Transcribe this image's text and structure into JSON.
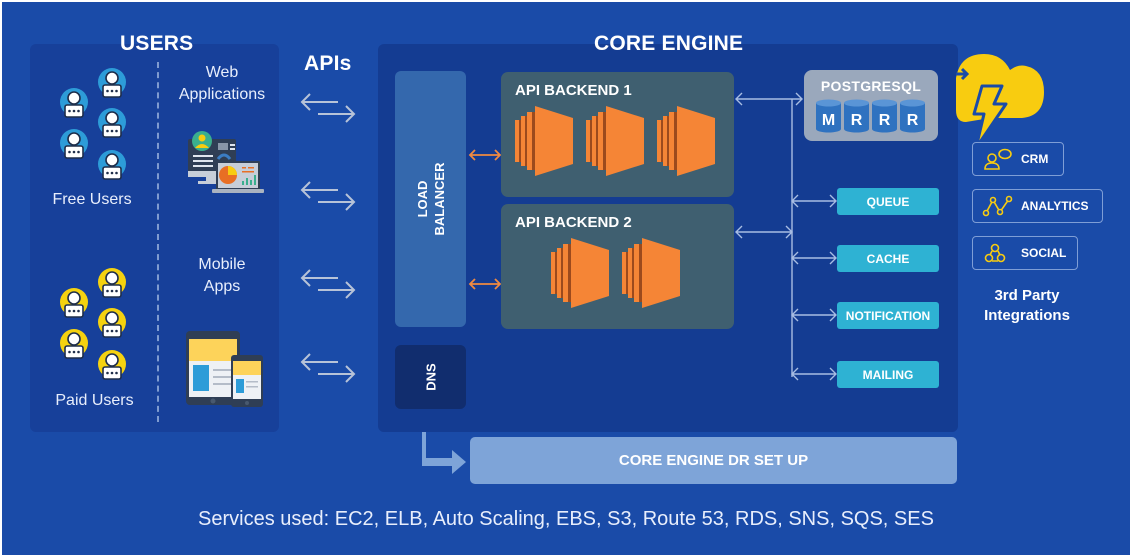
{
  "colors": {
    "background": "#1a4ba8",
    "users_panel": "#17409a",
    "core_panel": "#143c92",
    "load_balancer": "#3468ad",
    "dns": "#112d6e",
    "backend": "#3f5f70",
    "ec2_orange": "#f58536",
    "postgres_box": "#9aa8bc",
    "db_cylinder": "#2f72c0",
    "service_button": "#2eb2d3",
    "dr_box": "#7ea4d8",
    "free_user": "#2d9cd8",
    "paid_user": "#f5d20f",
    "cloud_yellow": "#f8cc10",
    "lb_arrow": "#f08a40"
  },
  "users": {
    "title": "USERS",
    "groups": [
      {
        "label": "Free Users",
        "icon": "user-icon",
        "count": 5,
        "tier": "free"
      },
      {
        "label": "Paid Users",
        "icon": "user-icon",
        "count": 5,
        "tier": "paid"
      }
    ],
    "clients": [
      {
        "label_line1": "Web",
        "label_line2": "Applications",
        "icon": "web-applications-icon"
      },
      {
        "label_line1": "Mobile",
        "label_line2": "Apps",
        "icon": "mobile-apps-icon"
      }
    ]
  },
  "apis": {
    "title": "APIs",
    "arrow_count": 4,
    "arrow_icon": "bidirectional-arrow-icon"
  },
  "core_engine": {
    "title": "CORE ENGINE",
    "load_balancer": {
      "line1": "LOAD",
      "line2": "BALANCER"
    },
    "dns": "DNS",
    "backends": [
      {
        "title": "API BACKEND 1",
        "instances": 3,
        "icon": "ec2-instance-icon"
      },
      {
        "title": "API BACKEND 2",
        "instances": 2,
        "icon": "ec2-instance-icon"
      }
    ],
    "database": {
      "title": "POSTGRESQL",
      "nodes": [
        "M",
        "R",
        "R",
        "R"
      ],
      "icon": "database-cylinder-icon"
    },
    "services": [
      "QUEUE",
      "CACHE",
      "NOTIFICATION",
      "MAILING"
    ]
  },
  "dr": {
    "label": "CORE ENGINE DR SET UP",
    "icon": "turn-arrow-icon"
  },
  "integrations": {
    "icon": "cloud-lightning-icon",
    "items": [
      {
        "label": "CRM",
        "icon": "crm-icon"
      },
      {
        "label": "ANALYTICS",
        "icon": "analytics-icon"
      },
      {
        "label": "SOCIAL",
        "icon": "social-icon"
      }
    ],
    "caption_line1": "3rd Party",
    "caption_line2": "Integrations"
  },
  "footer": {
    "services_used": "Services used: EC2, ELB, Auto Scaling, EBS, S3, Route 53, RDS, SNS, SQS, SES"
  }
}
